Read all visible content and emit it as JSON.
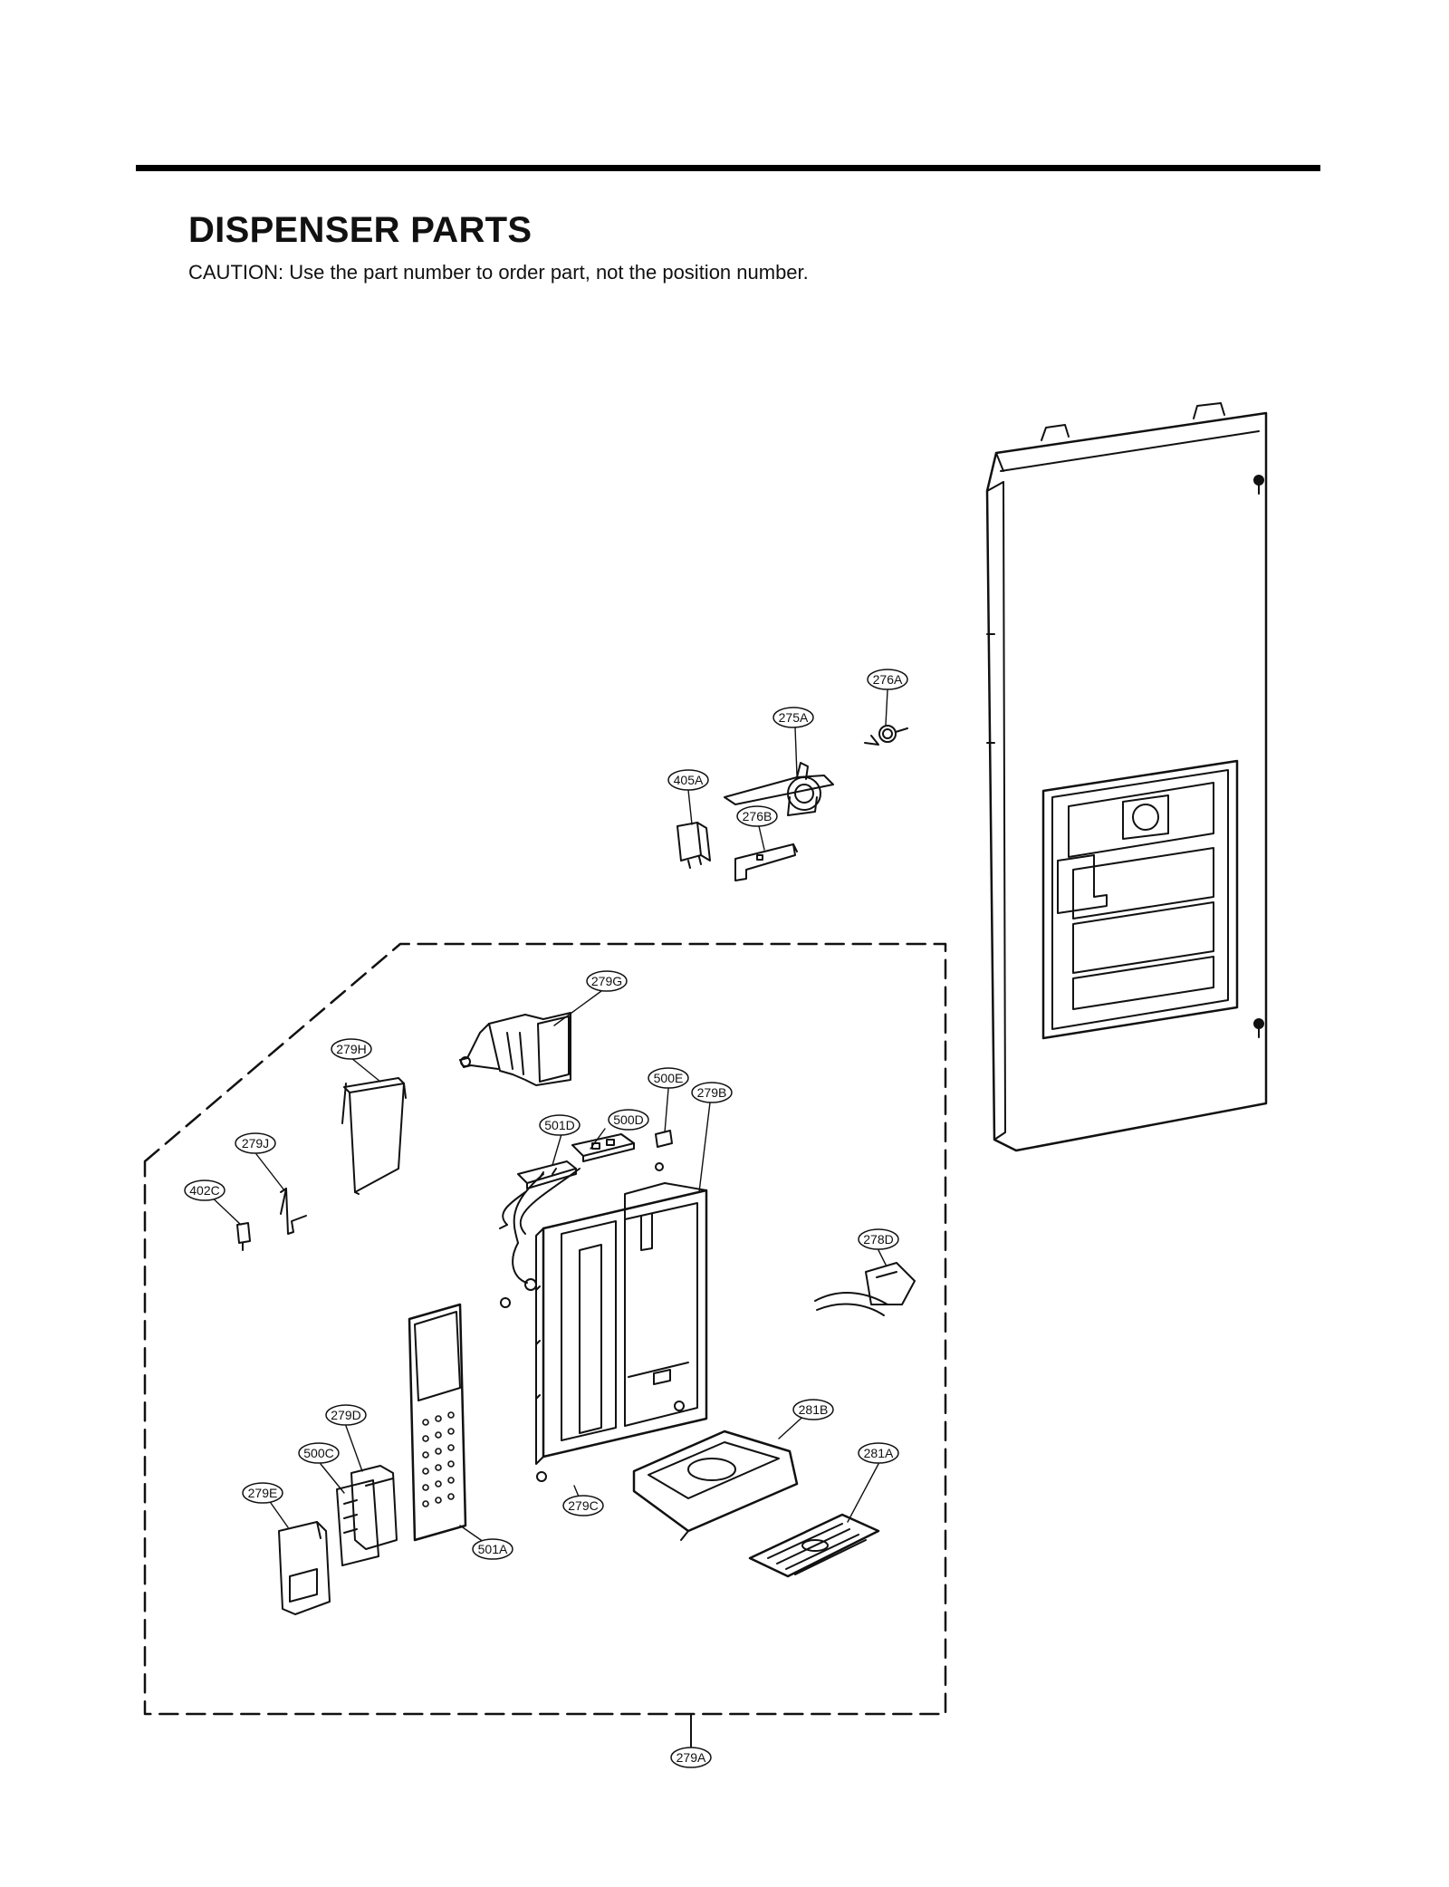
{
  "header": {
    "title": "DISPENSER PARTS",
    "caution": "CAUTION: Use the part number to order part, not the position number."
  },
  "callouts": [
    {
      "label": "276A"
    },
    {
      "label": "275A"
    },
    {
      "label": "405A"
    },
    {
      "label": "276B"
    },
    {
      "label": "279G"
    },
    {
      "label": "279H"
    },
    {
      "label": "500E"
    },
    {
      "label": "279B"
    },
    {
      "label": "500D"
    },
    {
      "label": "501D"
    },
    {
      "label": "279J"
    },
    {
      "label": "402C"
    },
    {
      "label": "278D"
    },
    {
      "label": "279D"
    },
    {
      "label": "281B"
    },
    {
      "label": "500C"
    },
    {
      "label": "281A"
    },
    {
      "label": "279E"
    },
    {
      "label": "279C"
    },
    {
      "label": "501A"
    },
    {
      "label": "279A"
    }
  ]
}
